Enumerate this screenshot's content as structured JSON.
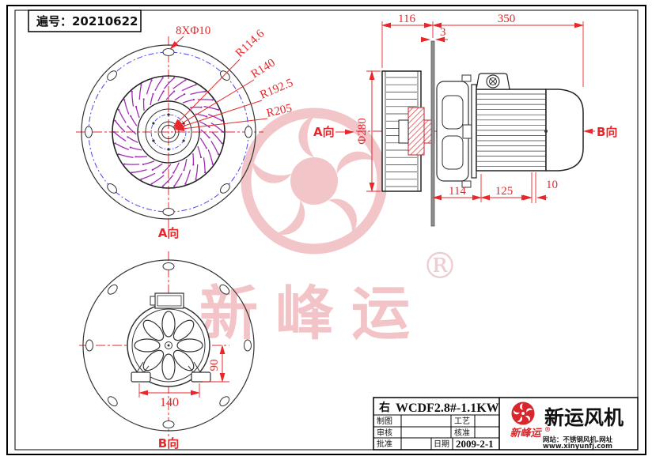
{
  "doc_box": {
    "label": "遍号：20210622"
  },
  "watermark": {
    "brand_text": "新峰运",
    "reg": "®"
  },
  "front_view": {
    "label": "A向",
    "dim_holes": "8XΦ10",
    "dim_r1": "R114.6",
    "dim_r2": "R140",
    "dim_r3": "R192.5",
    "dim_r4": "R205"
  },
  "side_view": {
    "label_a": "A向",
    "label_b": "B向",
    "width_impeller": "116",
    "length_motor": "350",
    "thickness_plate": "3",
    "dia_impeller": "Φ280",
    "dist_plate_feet": "114",
    "feet_spacing": "125",
    "slot_width": "10"
  },
  "rear_view": {
    "label": "B向",
    "feet_span": "140",
    "feet_height": "90"
  },
  "title_block": {
    "orientation": "右",
    "model": "WCDF2.8#-1.1KW",
    "f_draw": "制图",
    "f_process": "工艺",
    "f_check": "审核",
    "f_standard": "核准",
    "f_approve": "批准",
    "f_date": "日期",
    "date_value": "2009-2-1",
    "brand": {
      "name": "新运风机",
      "script": "新峰运",
      "reg": "®",
      "site1": "网站：不锈钢风机.网址",
      "site2": "www.xinyunfj.com"
    }
  },
  "colors": {
    "dimension_red": "#e8272b",
    "bolt_circle_blue": "#4646e8",
    "blade_magenta": "#a02cb4",
    "watermark_pink": "#f2c6c9",
    "brand_red": "#d8262c"
  }
}
